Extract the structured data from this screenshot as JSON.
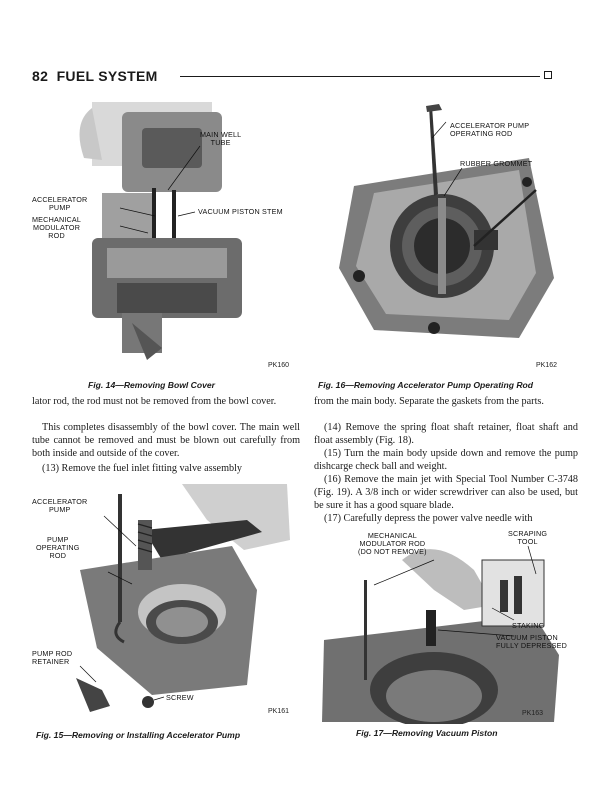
{
  "header": {
    "page_number": "82",
    "section": "FUEL SYSTEM"
  },
  "figures": {
    "fig14": {
      "code": "PK160",
      "caption": "Fig. 14—Removing Bowl Cover",
      "labels": {
        "main_well_tube": "MAIN WELL\nTUBE",
        "accelerator_pump": "ACCELERATOR\nPUMP",
        "vacuum_piston_stem": "VACUUM PISTON STEM",
        "mechanical_modulator_rod": "MECHANICAL\nMODULATOR\nROD"
      }
    },
    "fig16": {
      "code": "PK162",
      "caption": "Fig. 16—Removing Accelerator Pump Operating Rod",
      "labels": {
        "accelerator_pump_operating_rod": "ACCELERATOR PUMP\nOPERATING ROD",
        "rubber_grommet": "RUBBER GROMMET"
      }
    },
    "fig15": {
      "code": "PK161",
      "caption": "Fig. 15—Removing or Installing Accelerator Pump",
      "labels": {
        "accelerator_pump": "ACCELERATOR\nPUMP",
        "pump_operating_rod": "PUMP\nOPERATING\nROD",
        "pump_rod_retainer": "PUMP ROD\nRETAINER",
        "screw": "SCREW"
      }
    },
    "fig17": {
      "code": "PK163",
      "caption": "Fig. 17—Removing Vacuum Piston",
      "labels": {
        "mechanical_modulator_rod": "MECHANICAL\nMODULATOR ROD\n(DO NOT REMOVE)",
        "scraping_tool": "SCRAPING\nTOOL",
        "staking": "STAKING",
        "vacuum_piston": "VACUUM PISTON\nFULLY DEPRESSED"
      }
    }
  },
  "text": {
    "left_col": [
      "lator rod, the rod must not be removed from the bowl cover.",
      "This completes disassembly of the bowl cover. The main well tube cannot be removed and must be blown out carefully from both inside and outside of the cover.",
      "(13) Remove the fuel inlet fitting valve assembly"
    ],
    "right_col": [
      "from the main body. Separate the gaskets from the parts.",
      "(14) Remove the spring float shaft retainer, float shaft and float assembly (Fig. 18).",
      "(15) Turn the main body upside down and remove the pump dishcarge check ball and weight.",
      "(16) Remove the main jet with Special Tool Number C-3748 (Fig. 19). A 3/8 inch or wider screwdriver can also be used, but be sure it has a good square blade.",
      "(17) Carefully depress the power valve needle with"
    ]
  }
}
